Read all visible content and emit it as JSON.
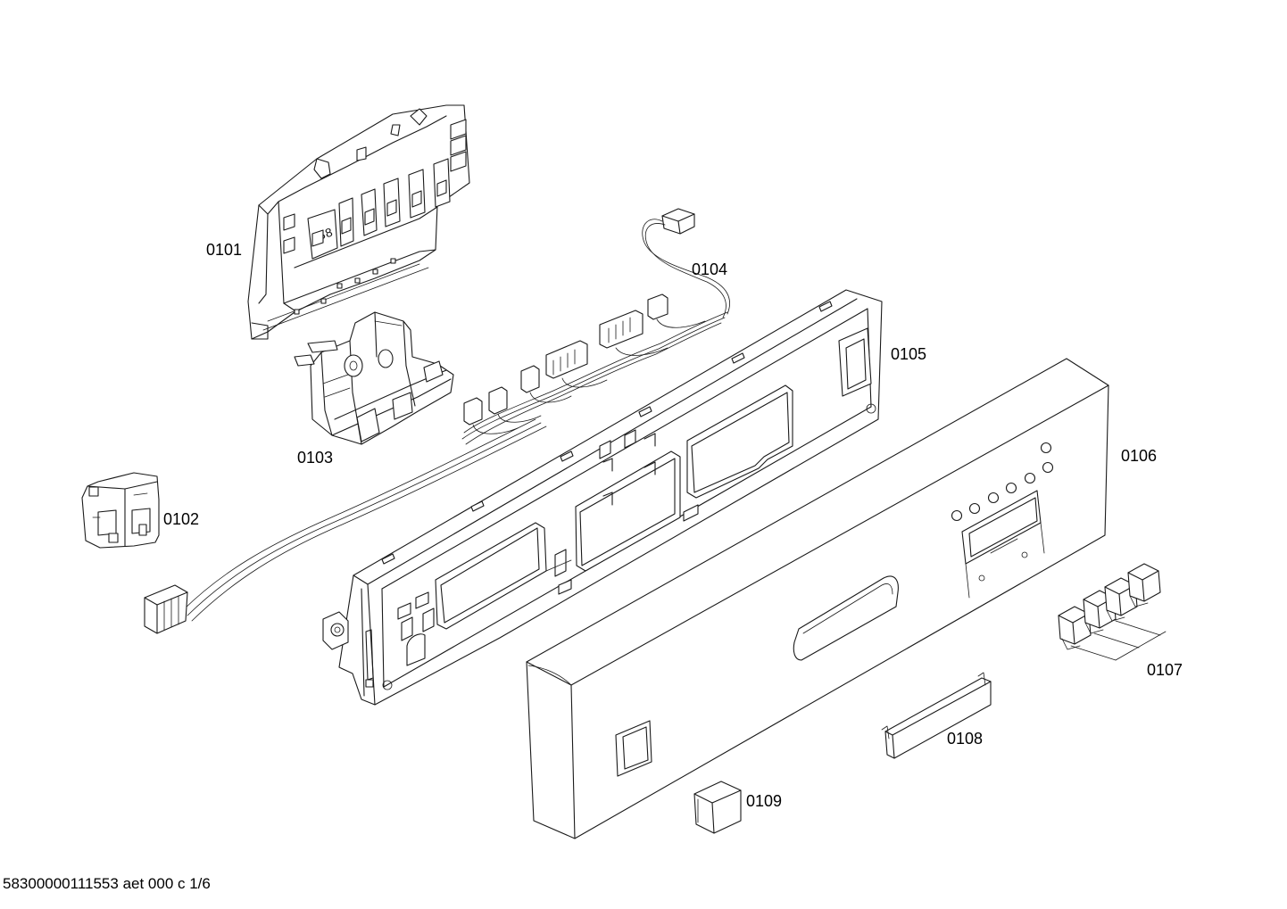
{
  "labels": {
    "p0101": "0101",
    "p0102": "0102",
    "p0103": "0103",
    "p0104": "0104",
    "p0105": "0105",
    "p0106": "0106",
    "p0107": "0107",
    "p0108": "0108",
    "p0109": "0109"
  },
  "footer": "58300000111553 aet 000 c 1/6",
  "display_digits": "88"
}
